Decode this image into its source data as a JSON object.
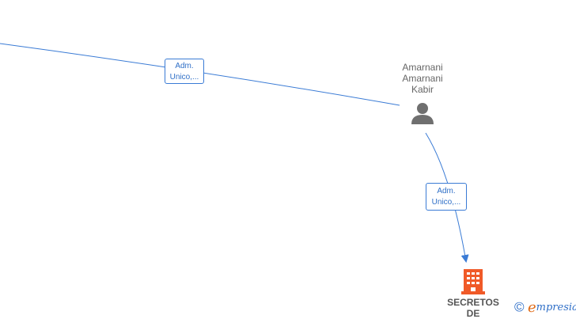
{
  "edges": [
    {
      "label_line1": "Adm.",
      "label_line2": "Unico,..."
    },
    {
      "label_line1": "Adm.",
      "label_line2": "Unico,..."
    }
  ],
  "person": {
    "name_lines": [
      "Amarnani",
      "Amarnani",
      "Kabir"
    ],
    "icon": "person-icon"
  },
  "company": {
    "name_lines": [
      "SECRETOS",
      "DE"
    ],
    "icon": "building-icon",
    "color": "#f05a28"
  },
  "brand": {
    "copyright": "©",
    "initial": "e",
    "rest": "mpresia"
  },
  "colors": {
    "edge": "#3a7bd5",
    "label_text": "#2f6fc7",
    "person_icon": "#6f6f6f"
  }
}
